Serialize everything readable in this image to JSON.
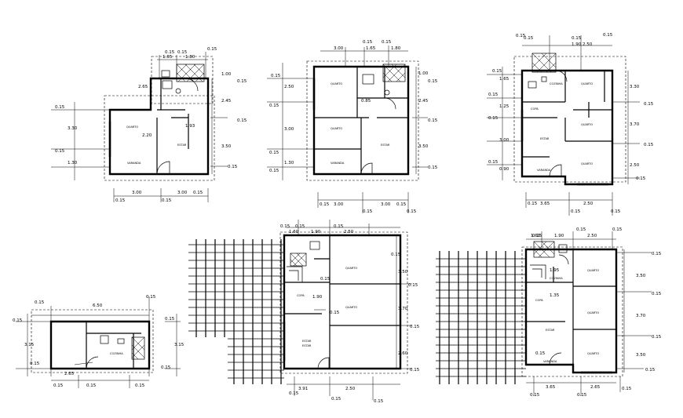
{
  "plans": [
    {
      "top_dims": [
        "1.65",
        "0.15",
        "0.15",
        "1.80"
      ],
      "side_dims": [
        "2.65",
        "1.00",
        "2.45",
        "3.50",
        "3.30",
        "1.30"
      ],
      "bottom_dims": [
        "3.00",
        "3.00",
        "0.15",
        "0.15"
      ],
      "room_labels": [
        "QUARTO",
        "ESTAR",
        "VARANDA"
      ],
      "misc": [
        "0.15",
        "0.15",
        "0.15",
        "0.15",
        "0.15",
        "1.93",
        "2.20",
        "0.15",
        "0.15"
      ]
    },
    {
      "top_dims": [
        "3.00",
        "1.65",
        "1.80",
        "0.15",
        "0.15"
      ],
      "side_dims": [
        "2.50",
        "1.00",
        "2.45",
        "3.00",
        "3.50",
        "1.30",
        "0.85"
      ],
      "bottom_dims": [
        "3.00",
        "3.00",
        "0.15",
        "0.15",
        "0.15",
        "0.15"
      ],
      "room_labels": [
        "QUARTO",
        "QUARTO",
        "ESTAR",
        "VARANDA"
      ],
      "misc": [
        "0.15",
        "0.15",
        "0.15",
        "0.15",
        "0.15",
        "0.15",
        "0.15"
      ]
    },
    {
      "top_dims": [
        "1.90",
        "2.50",
        "0.15",
        "0.15",
        "0.15"
      ],
      "side_dims": [
        "1.65",
        "1.25",
        "3.00",
        "0.90",
        "3.30",
        "3.70",
        "2.50"
      ],
      "bottom_dims": [
        "3.65",
        "2.50",
        "0.15",
        "0.15",
        "0.15"
      ],
      "room_labels": [
        "QUARTO",
        "QUARTO",
        "QUARTO",
        "COZINHA",
        "COPA",
        "ESTAR",
        "VARANDA"
      ],
      "misc": [
        "0.15",
        "0.15",
        "0.15",
        "0.15",
        "0.15",
        "0.15",
        "0.15",
        "0.15"
      ]
    },
    {
      "top_dims": [
        "6.50",
        "0.15",
        "0.15",
        "0.15"
      ],
      "side_dims": [
        "3.15",
        "3.15",
        "0.15"
      ],
      "bottom_dims": [
        "2.65",
        "0.15",
        "0.15",
        "0.15"
      ],
      "room_labels": [
        "COZINHA"
      ],
      "misc": [
        "0.15",
        "0.15"
      ]
    },
    {
      "top_dims": [
        "1.60",
        "1.90",
        "2.50",
        "0.15",
        "0.15",
        "0.15"
      ],
      "side_dims": [
        "3.50",
        "3.70",
        "2.60",
        "0.15",
        "0.15",
        "1.90"
      ],
      "bottom_dims": [
        "3.91",
        "2.50",
        "0.15",
        "0.15",
        "0.15"
      ],
      "room_labels": [
        "QUARTO",
        "QUARTO",
        "COPA",
        "ESTAR",
        "ESTAR"
      ],
      "misc": [
        "0.15",
        "0.15",
        "0.15",
        "0.15"
      ]
    },
    {
      "top_dims": [
        "1.60",
        "1.90",
        "2.50",
        "0.15",
        "0.15"
      ],
      "side_dims": [
        "3.50",
        "3.70",
        "3.50",
        "0.15",
        "0.15",
        "1.95",
        "1.35"
      ],
      "bottom_dims": [
        "3.65",
        "2.65",
        "0.15",
        "0.15",
        "0.15"
      ],
      "room_labels": [
        "QUARTO",
        "QUARTO",
        "QUARTO",
        "COZINHA",
        "COPA",
        "ESTAR",
        "VARANDA"
      ],
      "misc": [
        "0.15",
        "0.15",
        "0.15",
        "0.15"
      ]
    }
  ]
}
